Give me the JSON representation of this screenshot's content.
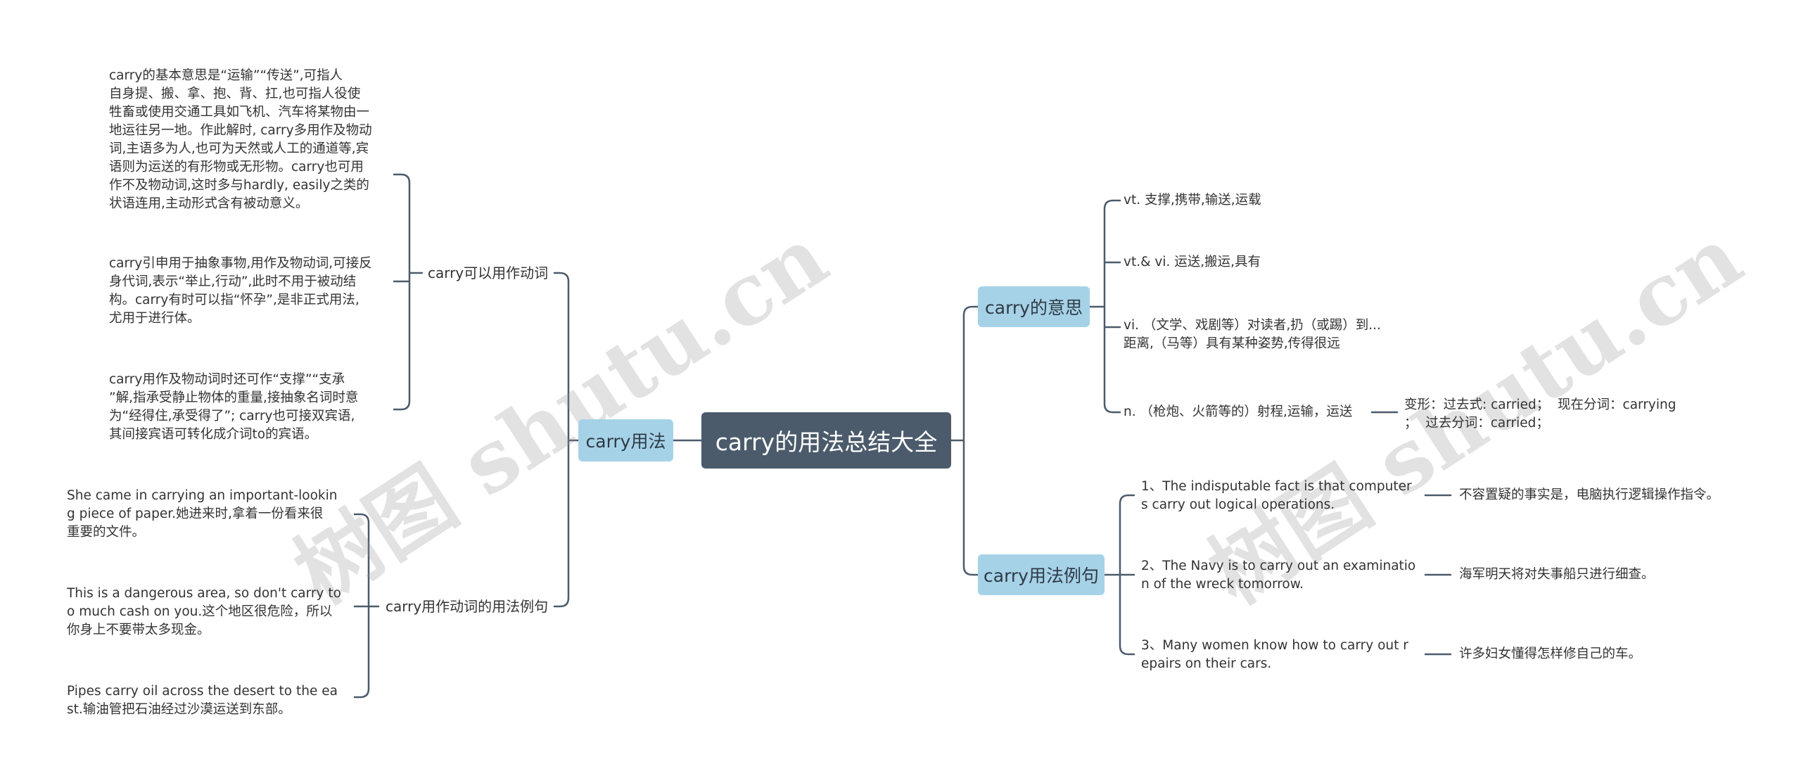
{
  "root": "carry的用法总结大全",
  "left": {
    "label": "carry用法",
    "groups": [
      {
        "label": "carry可以用作动词",
        "items": [
          "carry的基本意思是“运输”“传送”,可指人\n自身提、搬、拿、抱、背、扛,也可指人役使\n牲畜或使用交通工具如飞机、汽车将某物由一\n地运往另一地。作此解时, carry多用作及物动\n词,主语多为人,也可为天然或人工的通道等,宾\n语则为运送的有形物或无形物。carry也可用\n作不及物动词,这时多与hardly, easily之类的\n状语连用,主动形式含有被动意义。",
          "carry引申用于抽象事物,用作及物动词,可接反\n身代词,表示“举止,行动”,此时不用于被动结\n构。carry有时可以指“怀孕”,是非正式用法,\n尤用于进行体。",
          "carry用作及物动词时还可作“支撑”“支承\n”解,指承受静止物体的重量,接抽象名词时意\n为“经得住,承受得了”; carry也可接双宾语,\n其间接宾语可转化成介词to的宾语。"
        ]
      },
      {
        "label": "carry用作动词的用法例句",
        "items": [
          "She came in carrying an important-lookin\ng piece of paper.她进来时,拿着一份看来很\n重要的文件。",
          "This is a dangerous area, so don't carry to\no much cash on you.这个地区很危险，所以\n你身上不要带太多现金。",
          "Pipes carry oil across the desert to the ea\nst.输油管把石油经过沙漠运送到东部。"
        ]
      }
    ]
  },
  "right": [
    {
      "label": "carry的意思",
      "items": [
        "vt. 支撑,携带,输送,运载",
        "vt.& vi. 运送,搬运,具有",
        "vi. （文学、戏剧等）对读者,扔（或踢）到...\n距离,（马等）具有某种姿势,传得很远",
        "n. （枪炮、火箭等的）射程,运输，运送"
      ],
      "extra": "变形：过去式: carried；  现在分词：carrying\n；  过去分词：carried；"
    },
    {
      "label": "carry用法例句",
      "items": [
        "1、The indisputable fact is that computer\ns carry out logical operations.",
        "2、The Navy is to carry out an examinatio\nn of the wreck tomorrow.",
        "3、Many women know how to carry out r\nepairs on their cars."
      ],
      "translations": [
        "不容置疑的事实是，电脑执行逻辑操作指令。",
        "海军明天将对失事船只进行细查。",
        "许多妇女懂得怎样修自己的车。"
      ]
    }
  ],
  "watermark": "树图 shutu.cn",
  "colors": {
    "root": "#4b5b6b",
    "main": "#a6d2e8",
    "line": "#4b5b6b"
  }
}
